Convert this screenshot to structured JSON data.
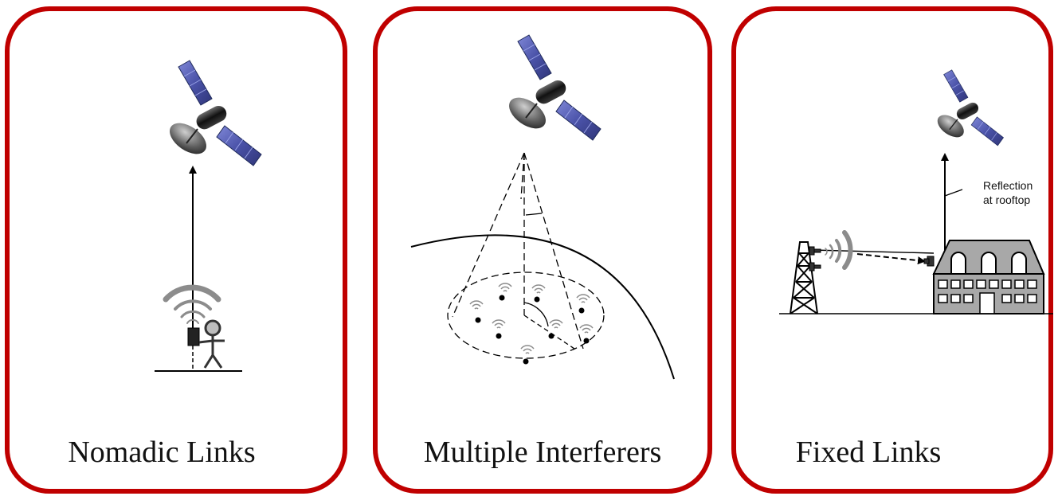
{
  "panels": [
    {
      "caption": "Nomadic Links"
    },
    {
      "caption": "Multiple Interferers"
    },
    {
      "caption": "Fixed Links",
      "annotation": [
        "Reflection",
        "at rooftop"
      ]
    }
  ],
  "colors": {
    "frame": "#c00000",
    "panel_solar": "#5a63b8",
    "signal_waves": "#8c8c8c"
  },
  "icons": [
    "satellite-icon",
    "user-terminal-icon",
    "person-icon",
    "wifi-waves-icon",
    "transmission-tower-icon",
    "building-icon",
    "antenna-icon"
  ]
}
